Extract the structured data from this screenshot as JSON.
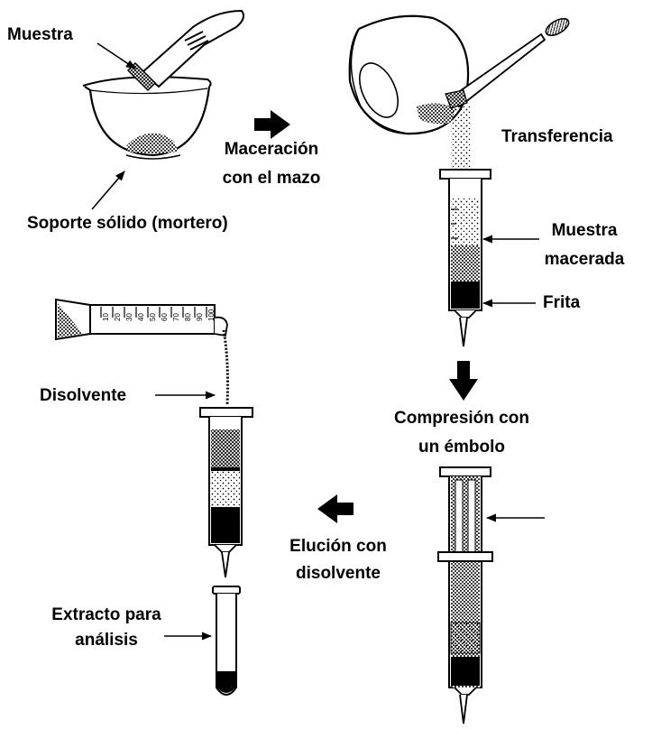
{
  "labels": {
    "muestra": "Muestra",
    "maceracion_1": "Maceración",
    "maceracion_2": "con el mazo",
    "soporte": "Soporte sólido (mortero)",
    "transferencia": "Transferencia",
    "muestra_macerada_1": "Muestra",
    "muestra_macerada_2": "macerada",
    "frita": "Frita",
    "compresion_1": "Compresión con",
    "compresion_2": "un émbolo",
    "elucion_1": "Elución con",
    "elucion_2": "disolvente",
    "disolvente": "Disolvente",
    "extracto_1": "Extracto para",
    "extracto_2": "análisis"
  },
  "cylinder_scale": [
    "10",
    "20",
    "30",
    "40",
    "50",
    "60",
    "70",
    "80",
    "90",
    "100"
  ]
}
